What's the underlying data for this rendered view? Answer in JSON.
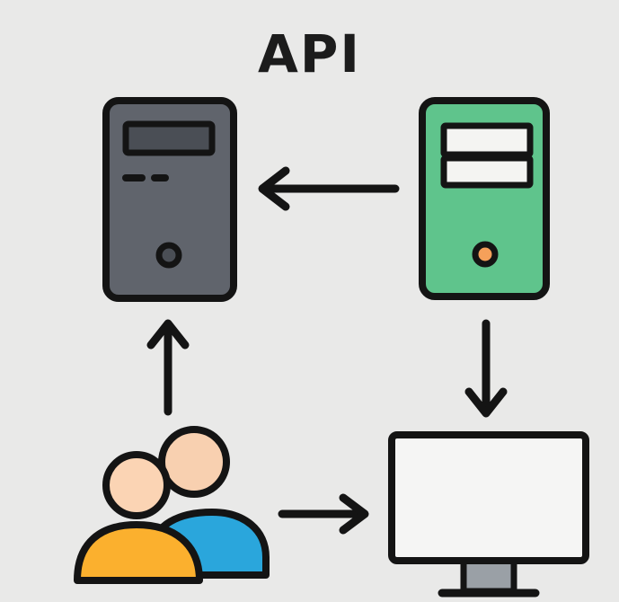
{
  "diagram": {
    "title": "API",
    "colors": {
      "background": "#e9e9e8",
      "outline": "#141414",
      "server_left_fill": "#60646c",
      "server_left_panel": "#4a4e55",
      "server_right_fill": "#5fc48c",
      "server_right_slot": "#f4f4f2",
      "server_right_button": "#f5a05a",
      "monitor_screen": "#f5f5f4",
      "monitor_stand": "#9aa0a6",
      "user_front_head": "#fbd4b4",
      "user_front_body": "#fbb02e",
      "user_back_head": "#f8d0b0",
      "user_back_body": "#2aa6dc"
    },
    "nodes": [
      {
        "id": "server-left",
        "icon": "server-icon"
      },
      {
        "id": "server-right",
        "icon": "server-icon"
      },
      {
        "id": "users",
        "icon": "users-icon"
      },
      {
        "id": "monitor",
        "icon": "monitor-icon"
      }
    ],
    "edges": [
      {
        "from": "server-right",
        "to": "server-left"
      },
      {
        "from": "server-right",
        "to": "monitor"
      },
      {
        "from": "users",
        "to": "server-left"
      },
      {
        "from": "users",
        "to": "monitor"
      }
    ]
  }
}
